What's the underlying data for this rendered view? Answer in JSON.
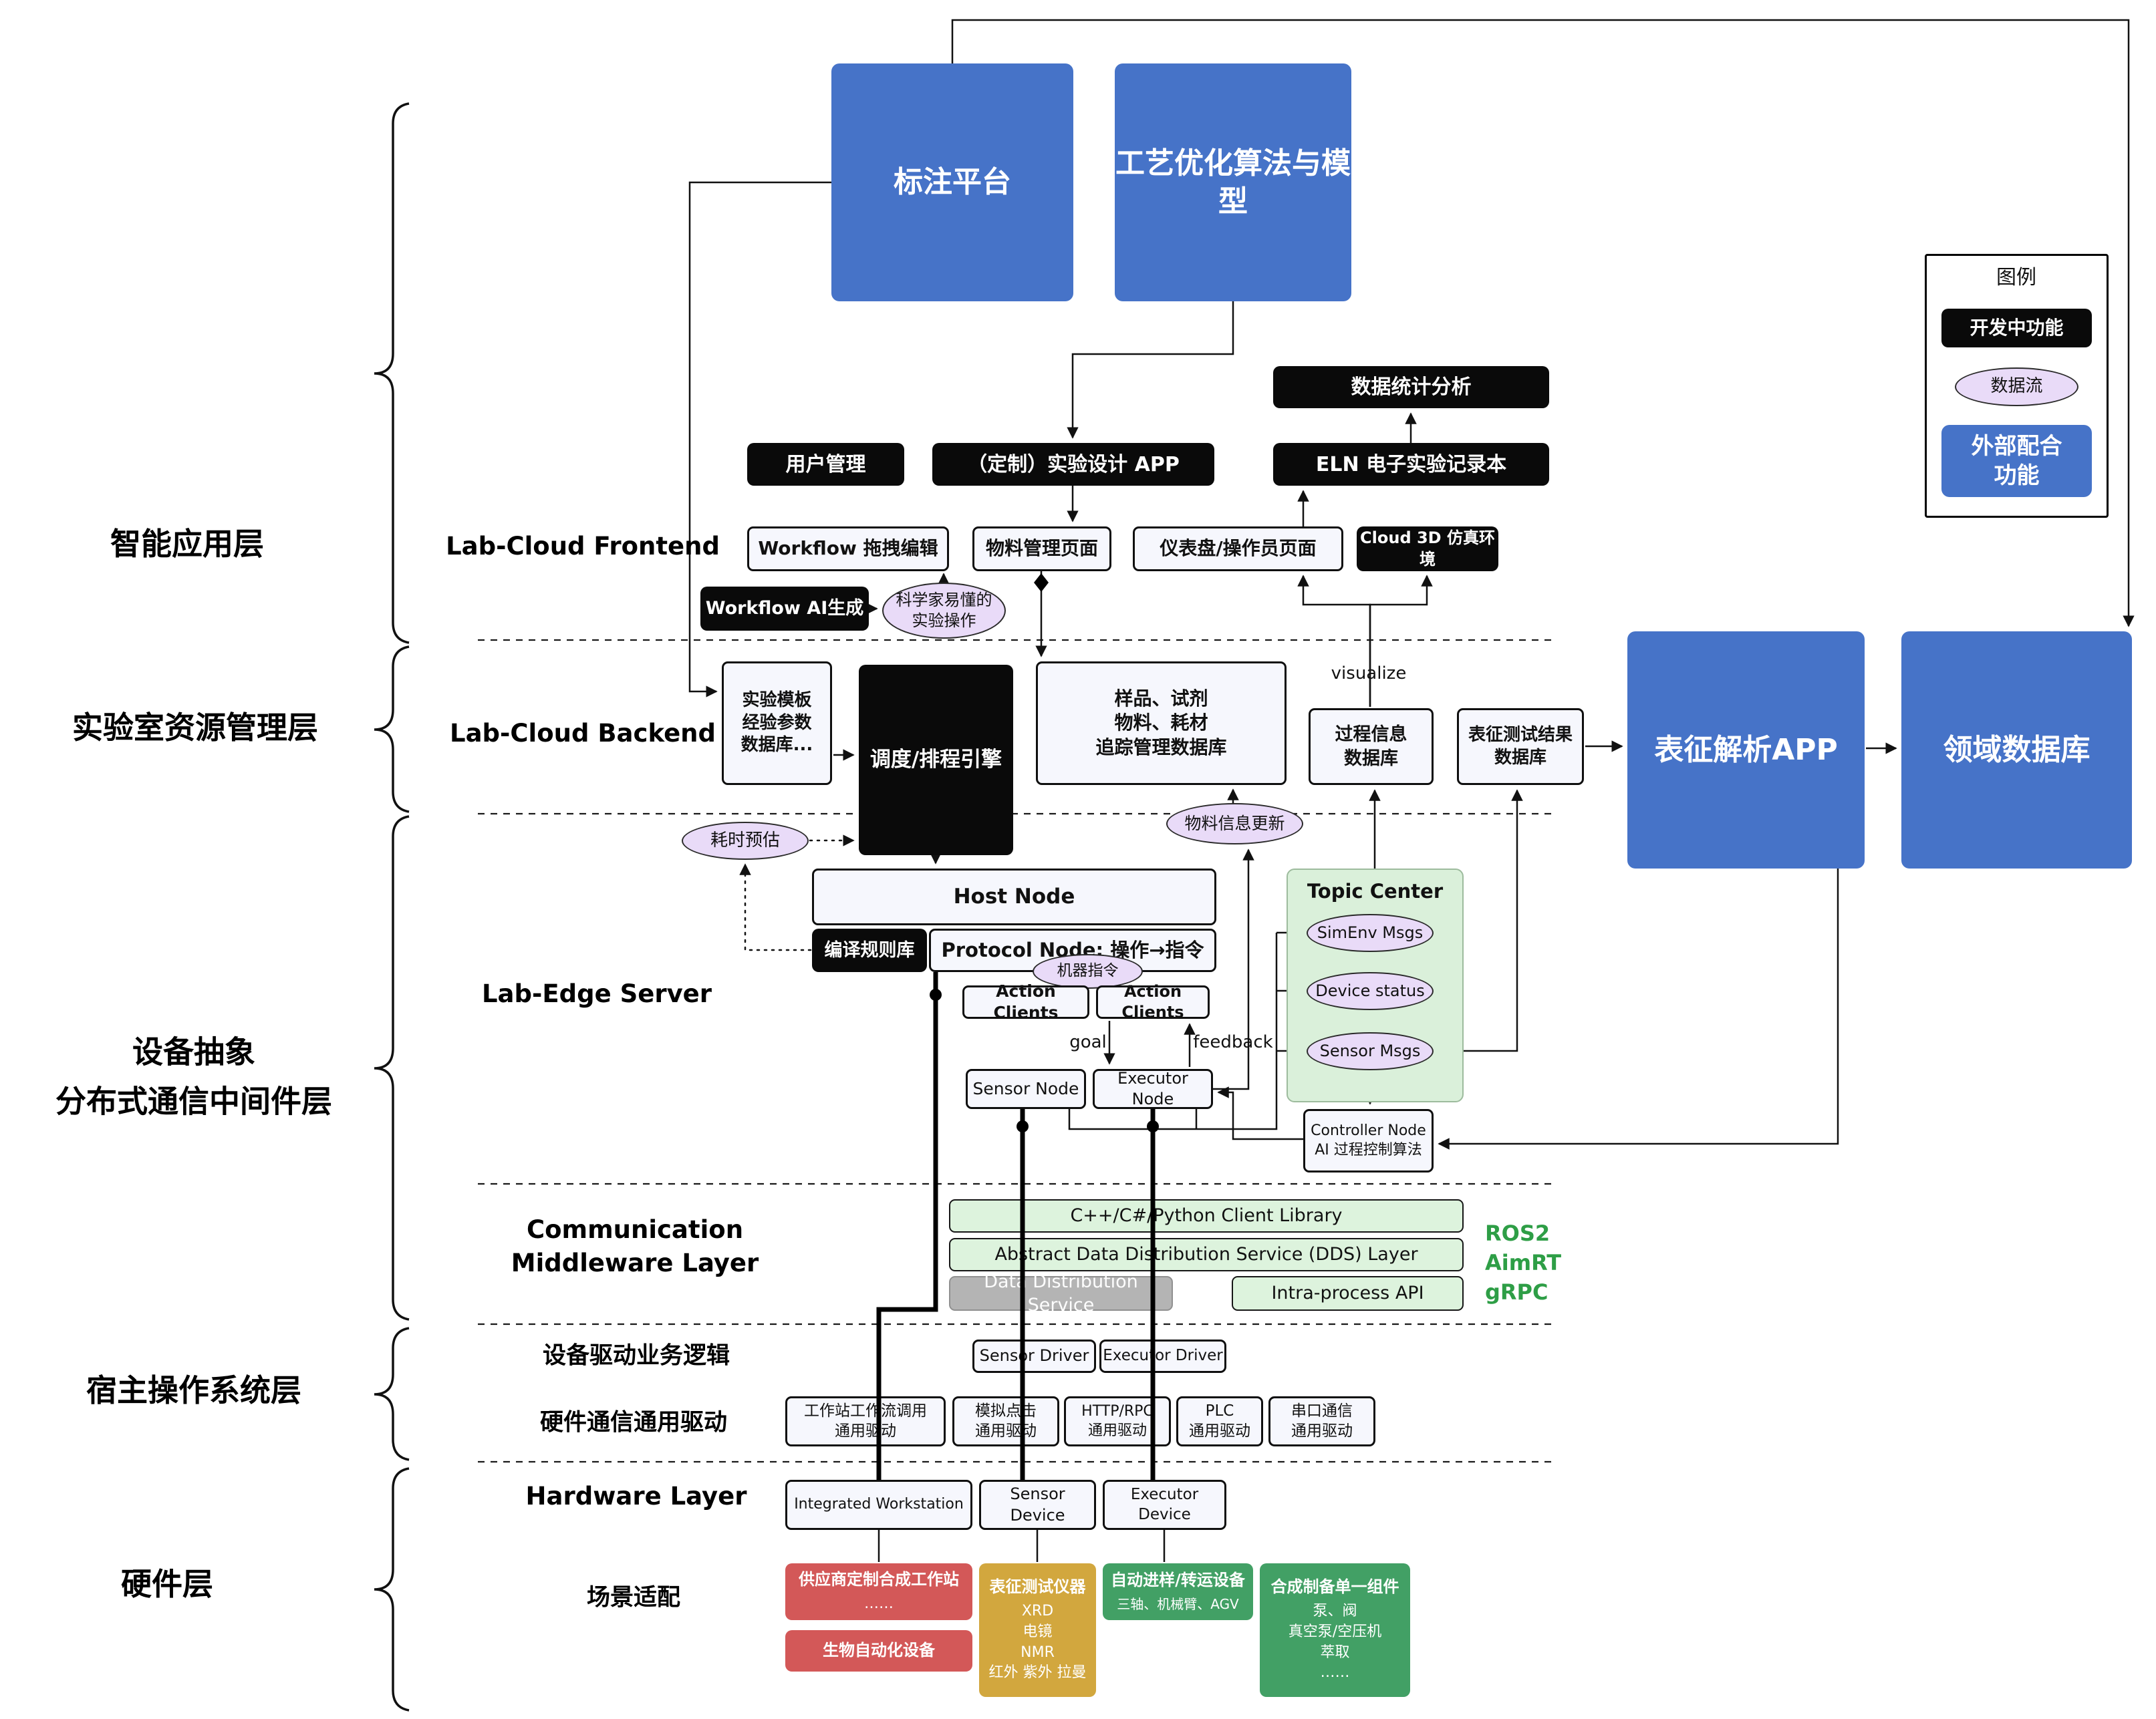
{
  "layers": {
    "app": "智能应用层",
    "resource": "实验室资源管理层",
    "middleware": "设备抽象\n分布式通信中间件层",
    "host_os": "宿主操作系统层",
    "hardware": "硬件层"
  },
  "sections": {
    "frontend": "Lab-Cloud Frontend",
    "backend": "Lab-Cloud Backend",
    "edge": "Lab-Edge Server",
    "comm": "Communication\nMiddleware Layer",
    "driver_logic": "设备驱动业务逻辑",
    "hw_driver": "硬件通信通用驱动",
    "hardware": "Hardware Layer",
    "scene": "场景适配"
  },
  "nodes": {
    "annotation_platform": {
      "label": "标注平台"
    },
    "process_opt": {
      "label": "工艺优化算法与模型"
    },
    "data_stats": {
      "label": "数据统计分析"
    },
    "user_mgmt": {
      "label": "用户管理"
    },
    "custom_app": {
      "label": "（定制）实验设计 APP"
    },
    "eln": {
      "label": "ELN 电子实验记录本"
    },
    "wf_edit": {
      "label": "Workflow 拖拽编辑"
    },
    "material_page": {
      "label": "物料管理页面"
    },
    "dashboard_page": {
      "label": "仪表盘/操作员页面"
    },
    "cloud3d": {
      "label": "Cloud 3D 仿真环境"
    },
    "workflow_ai": {
      "label": "Workflow AI生成"
    },
    "sci_op": {
      "label": "科学家易懂的\n实验操作"
    },
    "template_db": {
      "label": "实验模板\n经验参数\n数据库..."
    },
    "scheduler": {
      "label": "调度/排程引擎"
    },
    "sample_db": {
      "label": "样品、试剂\n物料、耗材\n追踪管理数据库"
    },
    "process_db": {
      "label": "过程信息\n数据库"
    },
    "charact_db": {
      "label": "表征测试结果\n数据库"
    },
    "charact_app": {
      "label": "表征解析APP"
    },
    "domain_db": {
      "label": "领域数据库"
    },
    "time_est": {
      "label": "耗时预估"
    },
    "material_update": {
      "label": "物料信息更新"
    },
    "host_node": {
      "label": "Host Node"
    },
    "compile_rules": {
      "label": "编译规则库"
    },
    "protocol_node": {
      "label": "Protocol Node: 操作→指令"
    },
    "machine_instr": {
      "label": "机器指令"
    },
    "action_clients_1": {
      "label": "Action Clients"
    },
    "action_clients_2": {
      "label": "Action Clients"
    },
    "sensor_node": {
      "label": "Sensor Node"
    },
    "executor_node": {
      "label": "Executor Node"
    },
    "topic_center": {
      "label": "Topic Center"
    },
    "simenv_msgs": {
      "label": "SimEnv Msgs"
    },
    "device_status": {
      "label": "Device status"
    },
    "sensor_msgs": {
      "label": "Sensor Msgs"
    },
    "controller_node": {
      "label": "Controller Node\nAI 过程控制算法"
    },
    "mw_client_lib": {
      "label": "C++/C#/Python Client Library"
    },
    "mw_dds_abstract": {
      "label": "Abstract Data Distribution Service (DDS) Layer"
    },
    "mw_dds": {
      "label": "Data Distribution Service"
    },
    "mw_intra": {
      "label": "Intra-process API"
    },
    "sensor_driver": {
      "label": "Sensor Driver"
    },
    "executor_driver": {
      "label": "Executor Driver"
    },
    "drv_workstation": {
      "label": "工作站工作流调用\n通用驱动"
    },
    "drv_click": {
      "label": "模拟点击\n通用驱动"
    },
    "drv_http": {
      "label": "HTTP/RPC\n通用驱动"
    },
    "drv_plc": {
      "label": "PLC\n通用驱动"
    },
    "drv_serial": {
      "label": "串口通信\n通用驱动"
    },
    "hw_workstation": {
      "label": "Integrated Workstation"
    },
    "hw_sensor": {
      "label": "Sensor Device"
    },
    "hw_executor": {
      "label": "Executor Device"
    },
    "sc_vendor": {
      "title": "供应商定制合成工作站",
      "body": "……"
    },
    "sc_bio": {
      "title": "生物自动化设备"
    },
    "sc_charact": {
      "title": "表征测试仪器",
      "body": "XRD\n电镜\nNMR\n红外 紫外 拉曼"
    },
    "sc_transfer": {
      "title": "自动进样/转运设备",
      "body": "三轴、机械臂、AGV"
    },
    "sc_synth": {
      "title": "合成制备单一组件",
      "body": "泵、阀\n真空泵/空压机\n萃取\n……"
    }
  },
  "annotations": {
    "visualize": "visualize",
    "goal": "goal",
    "feedback": "feedback",
    "protocols": "ROS2\nAimRT\ngRPC"
  },
  "legend": {
    "title": "图例",
    "developing": "开发中功能",
    "dataflow": "数据流",
    "external": "外部配合\n功能"
  },
  "colors": {
    "blue": "#4673c8",
    "black": "#0a0a0a",
    "dataflow_lavender": "#e9dbf8",
    "topic_green": "#daf0da",
    "middleware_green": "#ddf3dd",
    "dds_gray": "#b4b4b4",
    "red": "#d35858",
    "yellow": "#d2a73e",
    "green": "#42a065",
    "protocol_text": "#2e9e46"
  }
}
